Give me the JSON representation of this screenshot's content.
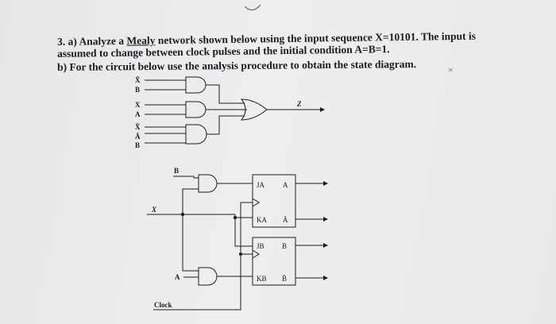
{
  "problem": {
    "line1": {
      "prefix": "3. a) Analyze a ",
      "linked": "Mealy",
      "suffix": " network shown below using the input sequence X=10101. The input is"
    },
    "line2": "assumed to change between clock pulses and the initial condition A=B=1.",
    "line3": "b) For the circuit below use the analysis procedure to obtain the state diagram."
  },
  "top_circuit": {
    "inputs": [
      "X̄",
      "B",
      "X",
      "A",
      "X̄",
      "Ā",
      "B"
    ],
    "output": "Z"
  },
  "bottom_circuit": {
    "inputs": {
      "b_top": "B",
      "x": "X",
      "a_in": "A",
      "clock": "Clock"
    },
    "flipflop_a": {
      "j": "JA",
      "k": "KA",
      "q": "A",
      "q_bar": "Ā"
    },
    "flipflop_b": {
      "j": "JB",
      "k": "KB",
      "q": "B",
      "q_bar": "B̄"
    }
  },
  "colors": {
    "ink": "#1c1c22",
    "paper": "#ebebed"
  }
}
